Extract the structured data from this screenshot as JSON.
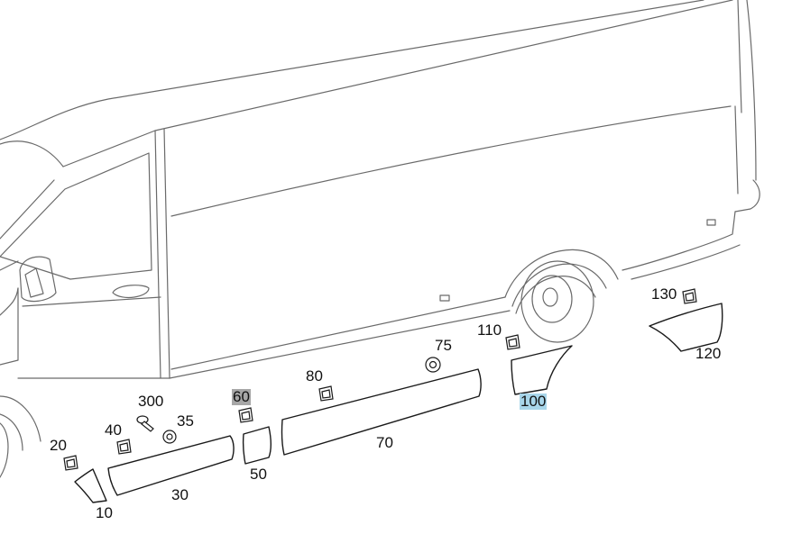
{
  "diagram": {
    "labels": [
      {
        "id": "10",
        "text": "10"
      },
      {
        "id": "20",
        "text": "20"
      },
      {
        "id": "30",
        "text": "30"
      },
      {
        "id": "35",
        "text": "35"
      },
      {
        "id": "40",
        "text": "40"
      },
      {
        "id": "50",
        "text": "50"
      },
      {
        "id": "60",
        "text": "60",
        "highlight": "#a7a7a7"
      },
      {
        "id": "70",
        "text": "70"
      },
      {
        "id": "75",
        "text": "75"
      },
      {
        "id": "80",
        "text": "80"
      },
      {
        "id": "100",
        "text": "100",
        "highlight": "#a8d6ea"
      },
      {
        "id": "110",
        "text": "110"
      },
      {
        "id": "120",
        "text": "120"
      },
      {
        "id": "130",
        "text": "130"
      },
      {
        "id": "300",
        "text": "300"
      }
    ]
  }
}
